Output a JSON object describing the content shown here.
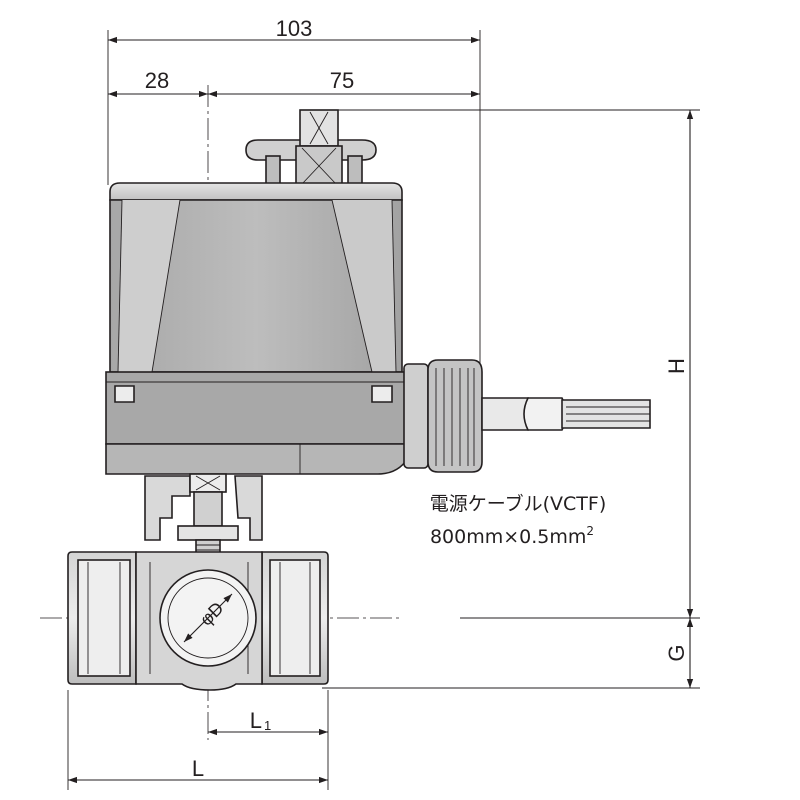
{
  "dimensions": {
    "overall_width": "103",
    "left_offset": "28",
    "right_offset": "75",
    "height": "H",
    "g_height": "G",
    "length": "L",
    "half_length_base": "L",
    "half_length_sub": "1",
    "bore": "φD"
  },
  "cable": {
    "name": "電源ケーブル(VCTF)",
    "spec_main": "800mm×0.5mm",
    "spec_sup": "2"
  },
  "colors": {
    "line": "#231f20",
    "actuator_top": "#dadada",
    "actuator_body": "#b4b4b4",
    "actuator_dark": "#8e8e8e",
    "valve_body": "#c6c6c6",
    "valve_light": "#e6e6e6"
  }
}
